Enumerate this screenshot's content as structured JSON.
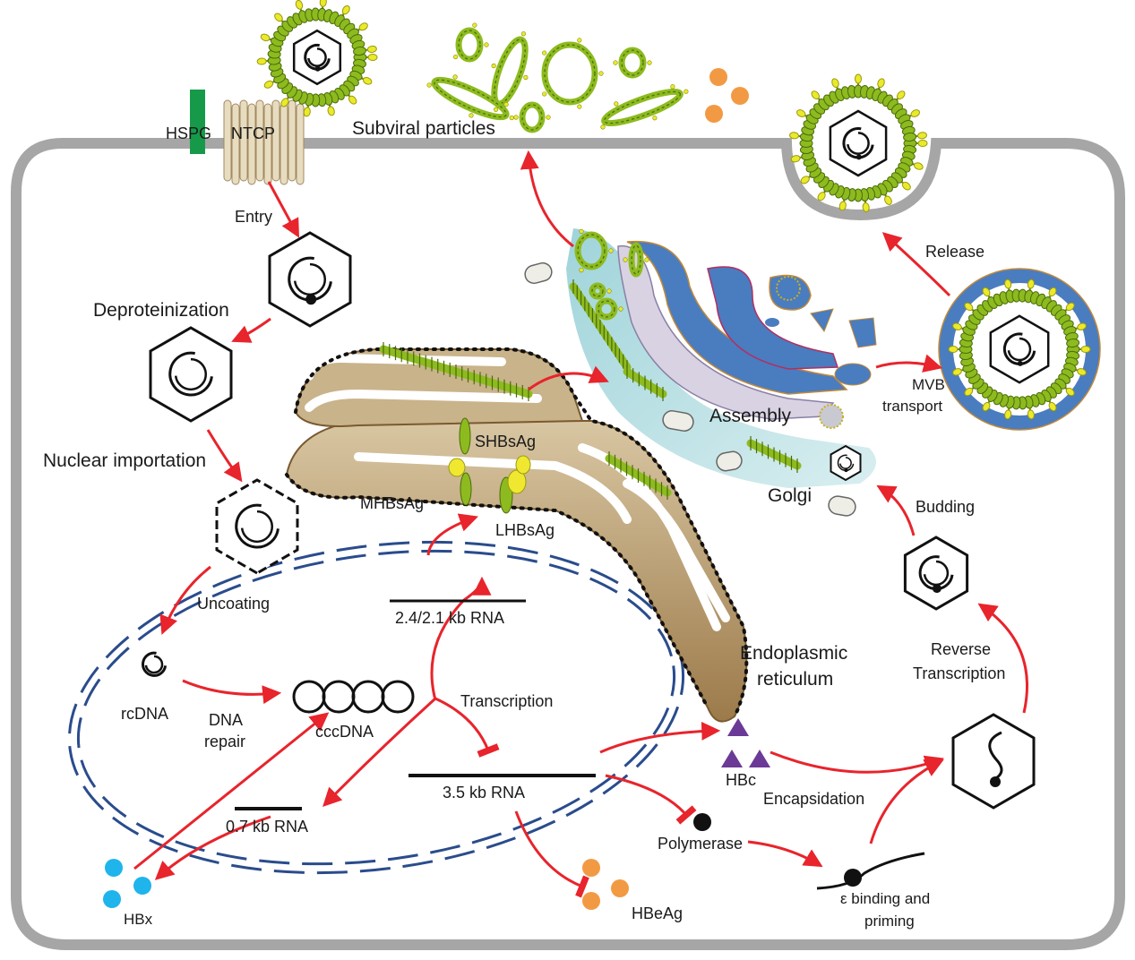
{
  "labels": {
    "hspg": "HSPG",
    "ntcp": "NTCP",
    "subviral": "Subviral particles",
    "entry": "Entry",
    "deproteinization": "Deproteinization",
    "nuclear_import": "Nuclear importation",
    "uncoating": "Uncoating",
    "rcdna": "rcDNA",
    "dna_repair_1": "DNA",
    "dna_repair_2": "repair",
    "cccdna": "cccDNA",
    "transcription": "Transcription",
    "rna_24": "2.4/2.1 kb RNA",
    "rna_35": "3.5 kb RNA",
    "rna_07": "0.7 kb RNA",
    "hbx": "HBx",
    "hbeag": "HBeAg",
    "polymerase": "Polymerase",
    "epsilon_1": "ε binding and",
    "epsilon_2": "priming",
    "hbc": "HBc",
    "encapsidation": "Encapsidation",
    "reverse_1": "Reverse",
    "reverse_2": "Transcription",
    "budding": "Budding",
    "release": "Release",
    "mvb_1": "MVB",
    "mvb_2": "transport",
    "assembly": "Assembly",
    "golgi": "Golgi",
    "er_1": "Endoplasmic",
    "er_2": "reticulum",
    "shbsag": "SHBsAg",
    "mhbsag": "MHBsAg",
    "lhbsag": "LHBsAg"
  },
  "colors": {
    "arrow": "#e8242c",
    "membrane": "#a6a6a6",
    "envelope": "#8dbb1f",
    "spike": "#eaea2a",
    "hbx": "#1fb4ec",
    "hbeag": "#f29a43",
    "hbc": "#6b3a96",
    "er": "#a9875a",
    "golgi": "#4a7cc0",
    "golgi_teal": "#8fcfd6",
    "nuclear_envelope": "#2a4c8c",
    "hspg": "#169a4a",
    "ntcp": "#e8dcc0"
  }
}
